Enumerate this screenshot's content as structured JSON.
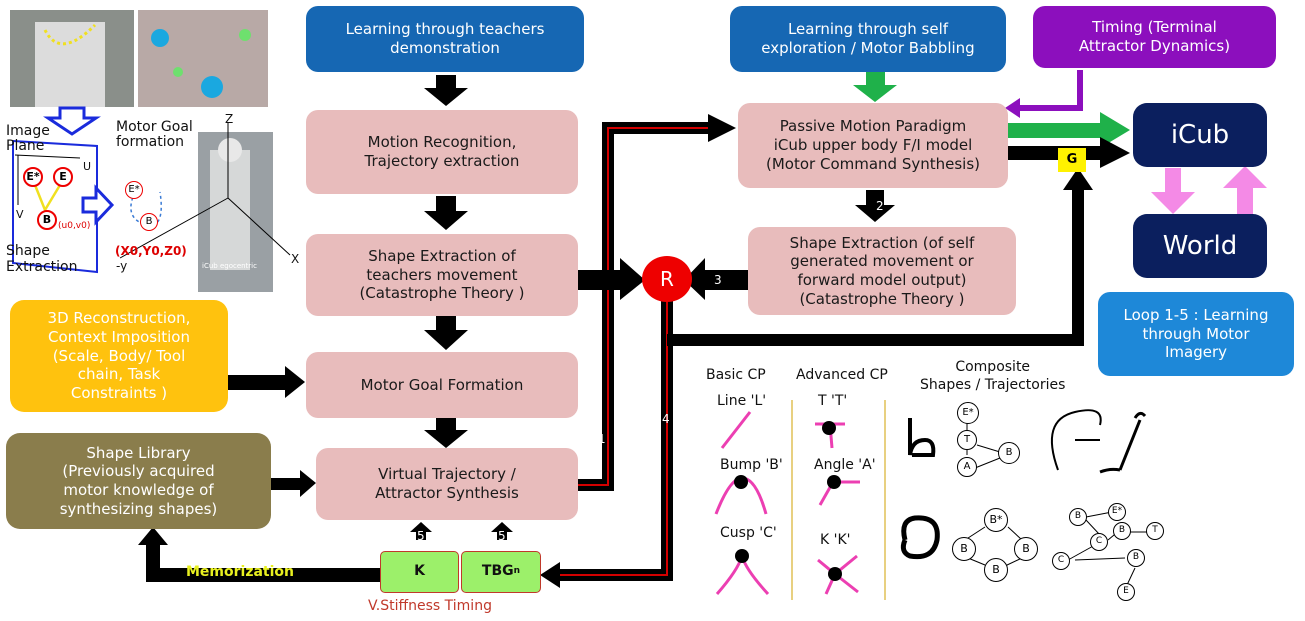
{
  "boxes": {
    "teachers_demo": "Learning through teachers\ndemonstration",
    "self_exploration": "Learning through self\nexploration / Motor Babbling",
    "timing": "Timing (Terminal\nAttractor Dynamics)",
    "motion_recognition": "Motion Recognition,\nTrajectory extraction",
    "passive_motion": "Passive Motion Paradigm\niCub upper body F/I model\n(Motor Command Synthesis)",
    "icub": "iCub",
    "world": "World",
    "shape_extraction_teacher": "Shape Extraction of\nteachers movement\n(Catastrophe Theory )",
    "shape_extraction_self": "Shape Extraction (of self\ngenerated movement or\nforward model output)\n(Catastrophe Theory )",
    "reconstruction": "3D Reconstruction,\nContext Imposition\n(Scale, Body/ Tool\nchain, Task\nConstraints )",
    "motor_goal": "Motor Goal Formation",
    "loop": "Loop 1-5 : Learning\nthrough Motor\nImagery",
    "shape_library": "Shape Library\n(Previously acquired\nmotor knowledge of\nsynthesizing shapes)",
    "virtual_trajectory": "Virtual Trajectory /\nAttractor Synthesis",
    "k": "K",
    "tbg": "TBG",
    "tbg_sub": "n",
    "r_node": "R",
    "g_node": "G"
  },
  "labels": {
    "memorization": "Memorization",
    "stiffness_timing": "V.Stiffness Timing",
    "image_plane": "Image\nPlane",
    "motor_goal_formation": "Motor Goal\nformation",
    "shape_extraction_img": "Shape\nExtraction",
    "basic_cp": "Basic CP",
    "advanced_cp": "Advanced CP",
    "composite": "Composite\nShapes / Trajectories",
    "line": "Line 'L'",
    "bump": "Bump 'B'",
    "cusp": "Cusp 'C'",
    "t": "T 'T'",
    "angle": "Angle 'A'",
    "kk": "K 'K'",
    "axis_z": "Z",
    "axis_x": "X",
    "axis_y": "-y",
    "axis_u": "U",
    "axis_v": "V",
    "uv": "(u0,v0)",
    "xyz": "(X0,Y0,Z0)",
    "icub_caption": "iCub egocentric"
  },
  "steps": [
    "1",
    "2",
    "3",
    "4",
    "5",
    "5"
  ],
  "nodes": {
    "composite_b": [
      "E*",
      "T",
      "B",
      "A"
    ],
    "composite_o": [
      "B*",
      "B",
      "B",
      "B"
    ],
    "composite_net": [
      "B",
      "E*",
      "C",
      "B",
      "T",
      "C",
      "B",
      "E"
    ],
    "image_e": [
      "E*",
      "E",
      "B"
    ],
    "image_e2": [
      "E*",
      "B"
    ]
  },
  "colors": {
    "pink": "#e8bcbc",
    "blue": "#1667b3",
    "purple": "#8c0fbd",
    "navy": "#0b1f5e",
    "orange": "#ffc20e",
    "olive": "#8a7d4c",
    "green_arrow": "#1fb14a",
    "pink_arrow": "#f48ae6",
    "red": "#e00000",
    "memorization": "#e8f020",
    "stiffness": "#c0392b"
  }
}
